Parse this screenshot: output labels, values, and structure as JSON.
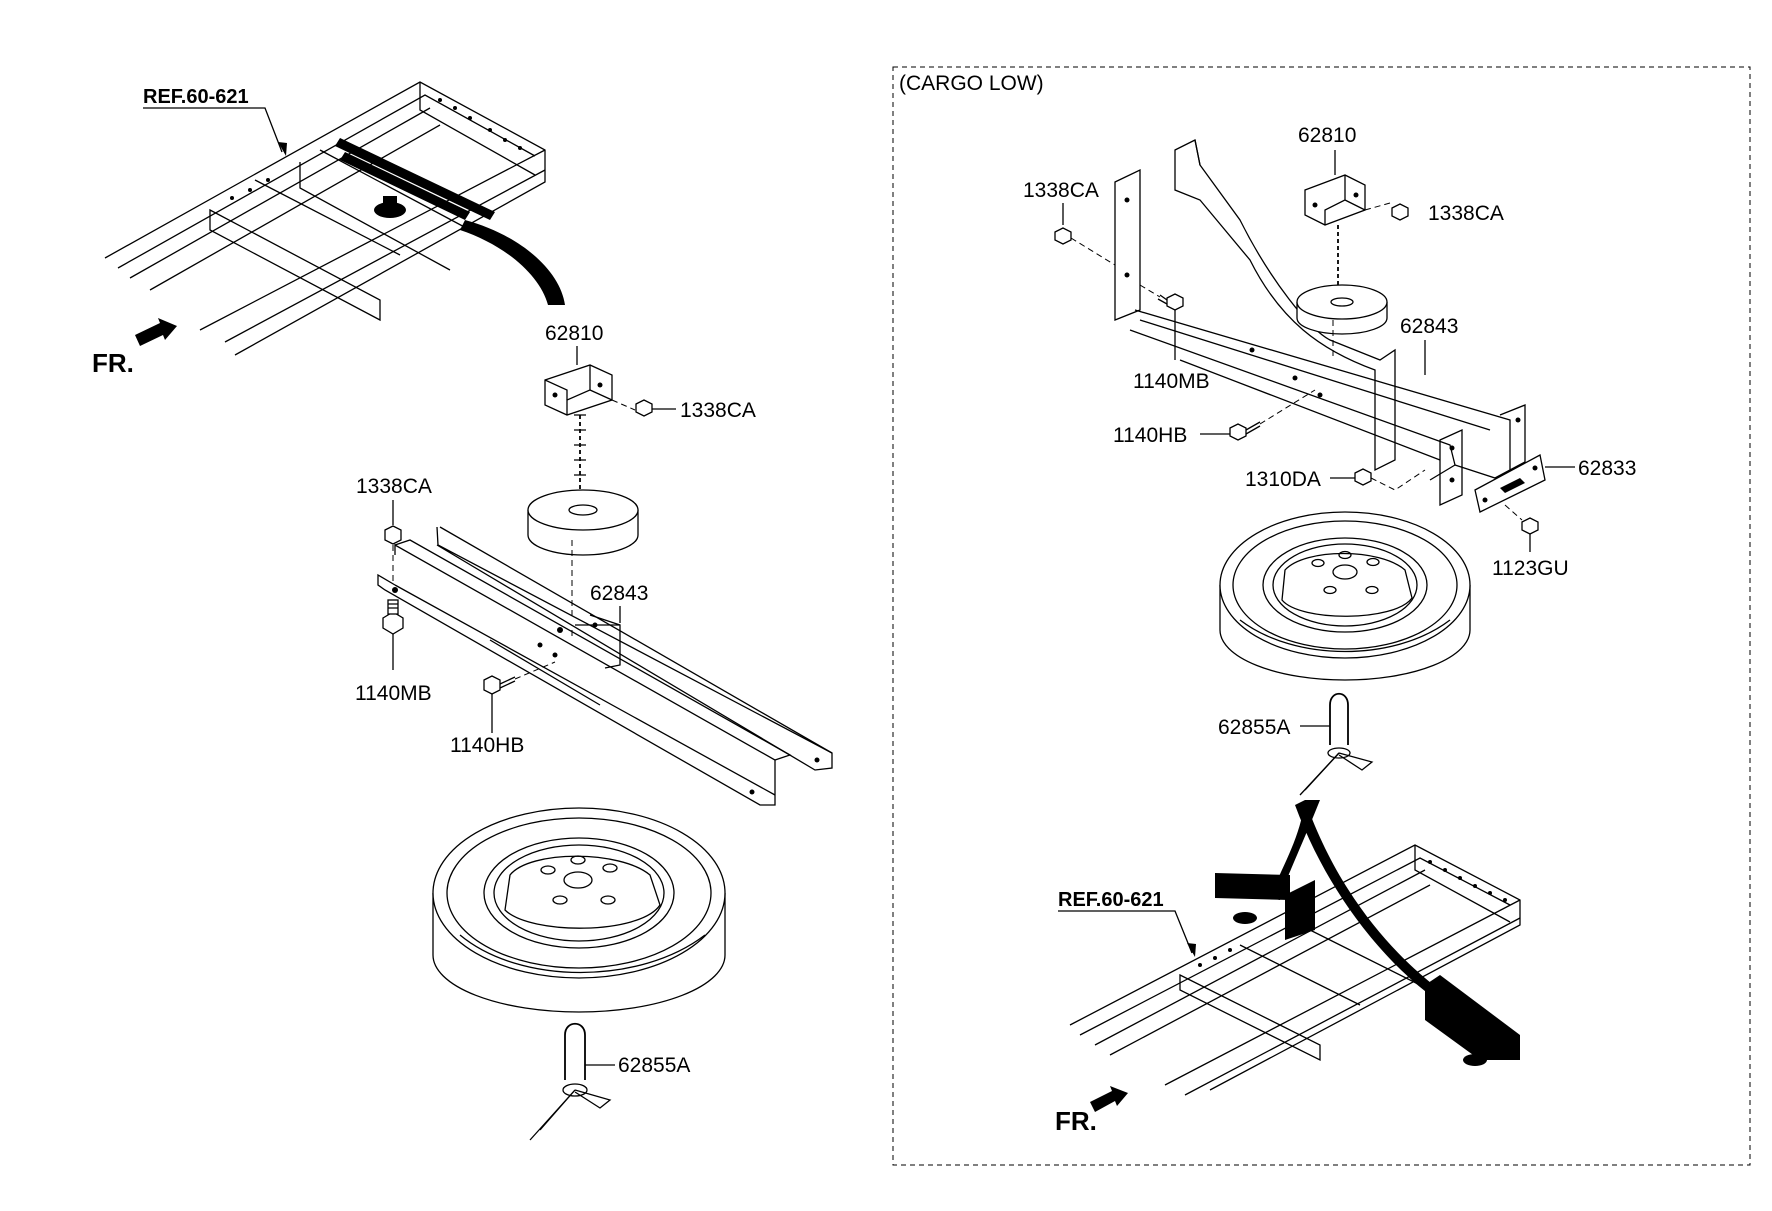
{
  "left": {
    "ref_label": "REF.60-621",
    "fr_label": "FR.",
    "parts": {
      "hanger": "62810",
      "nut_top": "1338CA",
      "nut_left": "1338CA",
      "bracket": "62843",
      "bolt_mb": "1140MB",
      "bolt_hb": "1140HB",
      "pin": "62855A"
    }
  },
  "right": {
    "box_title": "(CARGO LOW)",
    "ref_label": "REF.60-621",
    "fr_label": "FR.",
    "parts": {
      "hanger": "62810",
      "nut_left": "1338CA",
      "nut_right": "1338CA",
      "bracket": "62843",
      "bolt_mb": "1140MB",
      "bolt_hb": "1140HB",
      "nut_da": "1310DA",
      "plate": "62833",
      "screw": "1123GU",
      "pin": "62855A"
    }
  }
}
